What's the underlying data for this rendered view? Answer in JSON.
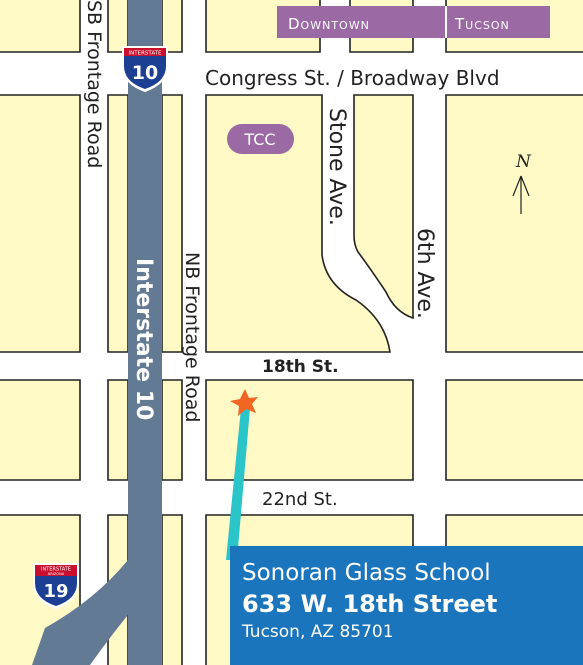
{
  "map": {
    "title_word1": "Downtown",
    "title_word2": "Tucson",
    "colors": {
      "block_fill": "#fef9c5",
      "block_stroke": "#222222",
      "street": "#ffffff",
      "interstate": "#627a94",
      "title_bg": "#9b6aa5",
      "tcc_bg": "#9b6aa5",
      "info_bg": "#1b75bc",
      "marker": "#f26522",
      "pointer": "#2bc4c9",
      "shield_top": "#c8102e",
      "shield_body": "#1c3f94"
    },
    "streets": {
      "congress": "Congress St. / Broadway Blvd",
      "sb_frontage": "SB Frontage Road",
      "nb_frontage": "NB Frontage Road",
      "interstate": "Interstate 10",
      "stone": "Stone Ave.",
      "sixth": "6th Ave.",
      "eighteenth": "18th St.",
      "twentysecond": "22nd St."
    },
    "landmarks": {
      "tcc": "TCC"
    },
    "shields": [
      {
        "top_text": "INTERSTATE",
        "number": "10",
        "icon": "interstate-10-shield-icon"
      },
      {
        "top_text": "INTERSTATE",
        "state": "ARIZONA",
        "number": "19",
        "icon": "interstate-19-shield-icon"
      }
    ],
    "north": {
      "label": "N",
      "icon": "north-arrow-icon"
    },
    "marker_icon": "star-marker-icon"
  },
  "info": {
    "name": "Sonoran Glass School",
    "address": "633 W. 18th Street",
    "city": "Tucson, AZ 85701"
  }
}
